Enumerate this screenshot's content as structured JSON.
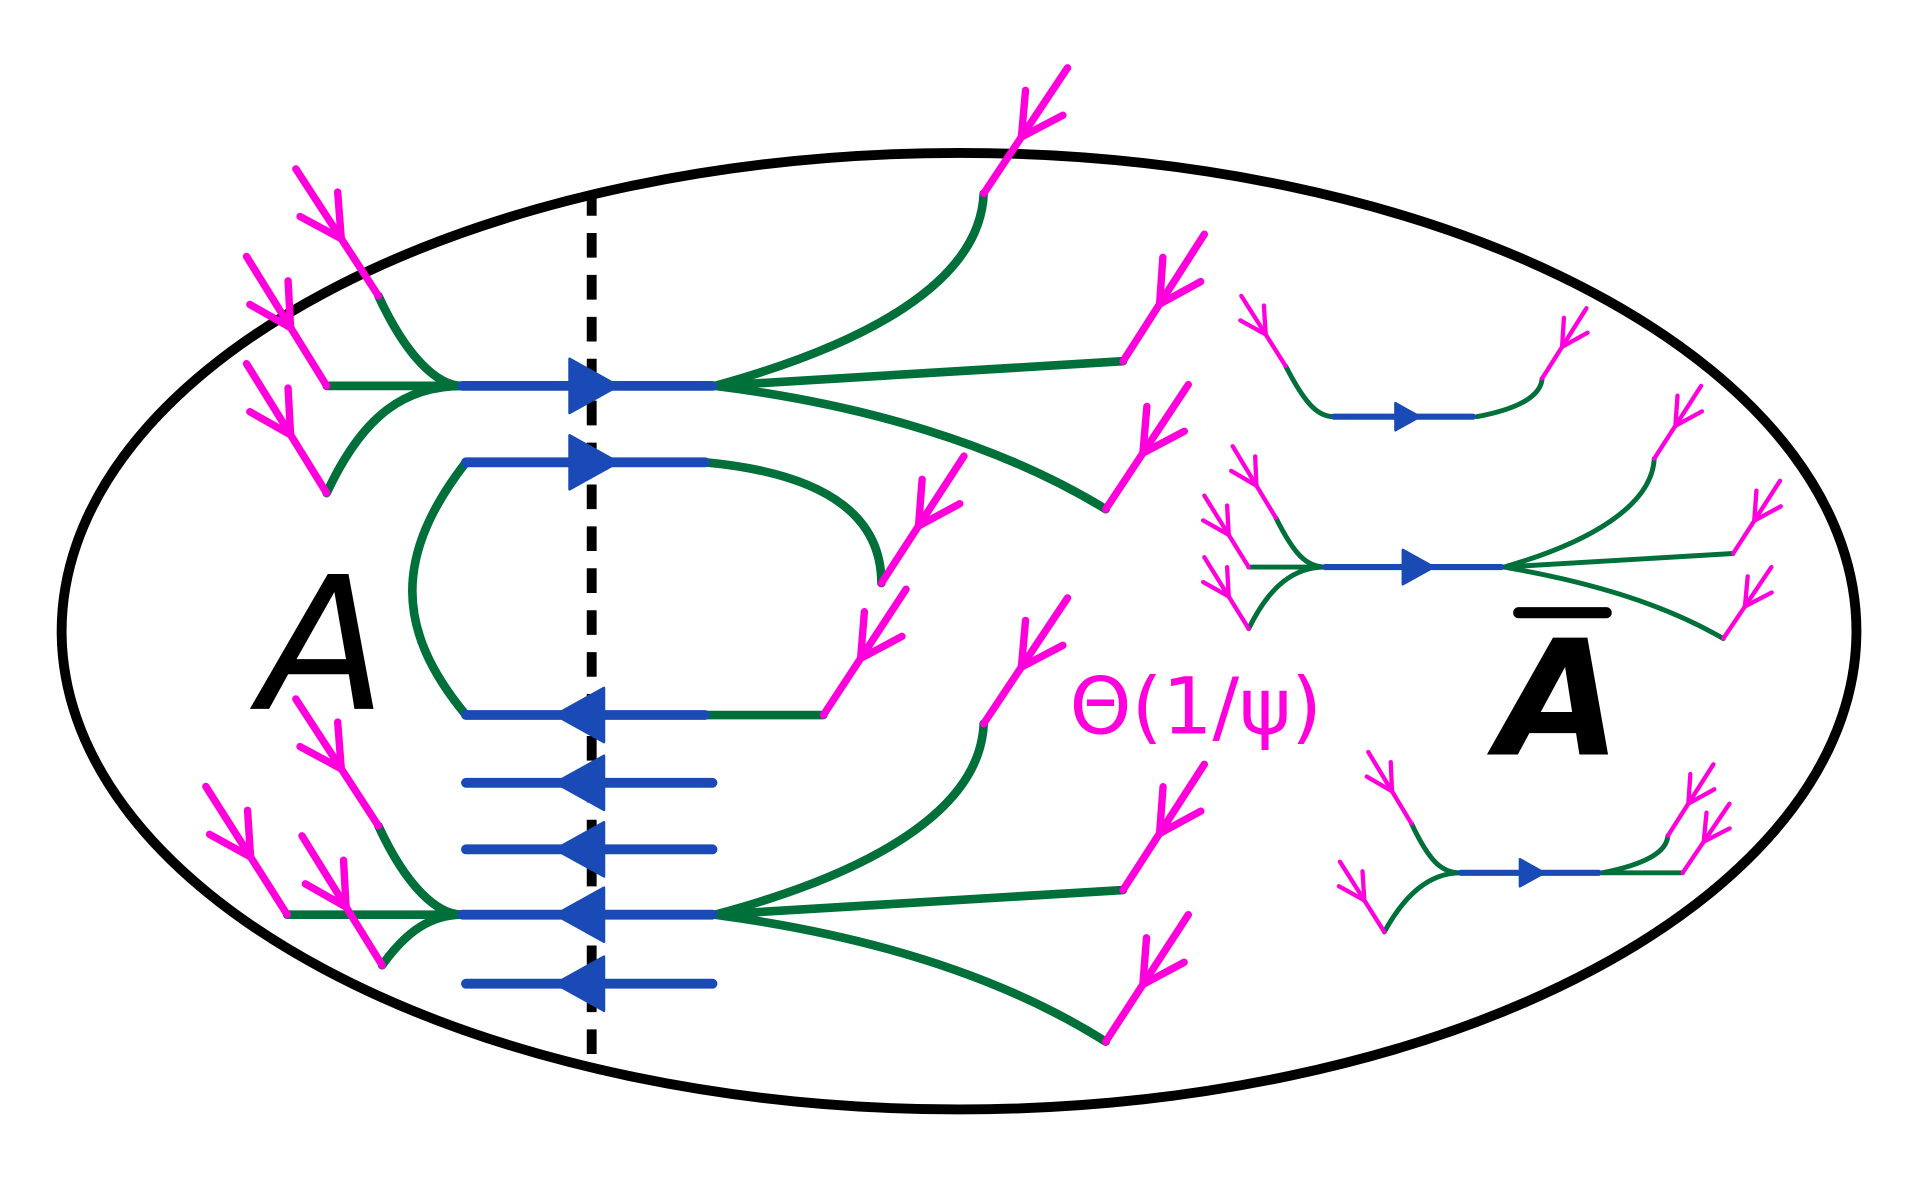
{
  "labels": {
    "region_a": "A",
    "region_a_bar": "Ā",
    "scaling": "Θ(1/ψ)"
  },
  "colors": {
    "boundary": "#000000",
    "tree_edge": "#00703a",
    "bond": "#1a4ab5",
    "external_leg": "#ff00dd"
  }
}
